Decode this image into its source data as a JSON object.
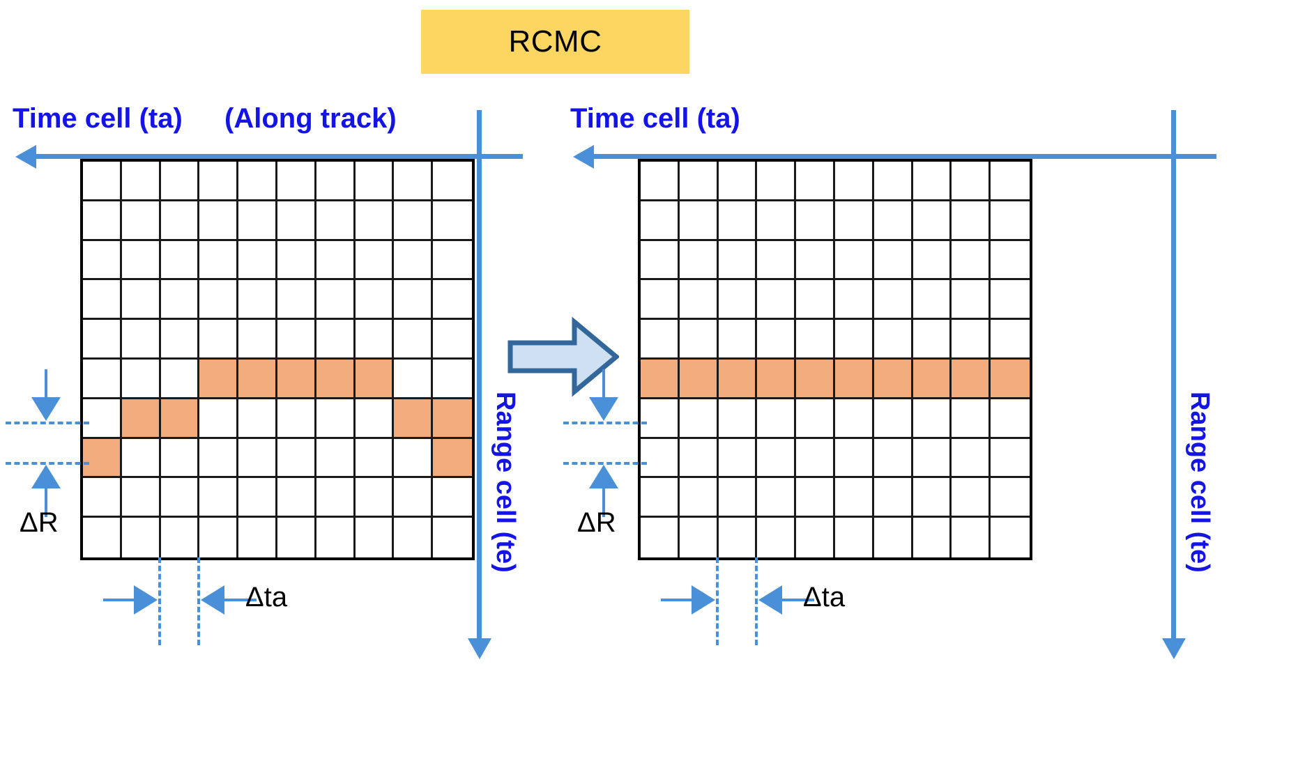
{
  "title": {
    "text": "RCMC",
    "bg_color": "#FCD660"
  },
  "colors": {
    "axis_blue": "#4A90D9",
    "label_blue": "#1414E6",
    "cell_fill": "#F2AC7D",
    "grid_line": "#1a1a1a",
    "arrow_fill": "#CFE0F2",
    "arrow_stroke": "#33679B"
  },
  "left_panel": {
    "top_label": "Time cell (ta)",
    "top_label_secondary": "(Along track)",
    "right_label": "Range cell (te)",
    "delta_r_label": "ΔR",
    "delta_ta_label": "Δta",
    "grid": {
      "cols": 10,
      "rows": 10,
      "filled_cells": [
        [
          5,
          3
        ],
        [
          5,
          4
        ],
        [
          5,
          5
        ],
        [
          5,
          6
        ],
        [
          5,
          7
        ],
        [
          6,
          1
        ],
        [
          6,
          2
        ],
        [
          6,
          8
        ],
        [
          6,
          9
        ],
        [
          7,
          0
        ],
        [
          7,
          9
        ]
      ]
    }
  },
  "right_panel": {
    "top_label": "Time cell (ta)",
    "right_label": "Range cell (te)",
    "delta_r_label": "ΔR",
    "delta_ta_label": "Δta",
    "grid": {
      "cols": 10,
      "rows": 10,
      "filled_cells": [
        [
          5,
          0
        ],
        [
          5,
          1
        ],
        [
          5,
          2
        ],
        [
          5,
          3
        ],
        [
          5,
          4
        ],
        [
          5,
          5
        ],
        [
          5,
          6
        ],
        [
          5,
          7
        ],
        [
          5,
          8
        ],
        [
          5,
          9
        ]
      ]
    }
  },
  "transition": {
    "name": "rightwards-block-arrow"
  }
}
